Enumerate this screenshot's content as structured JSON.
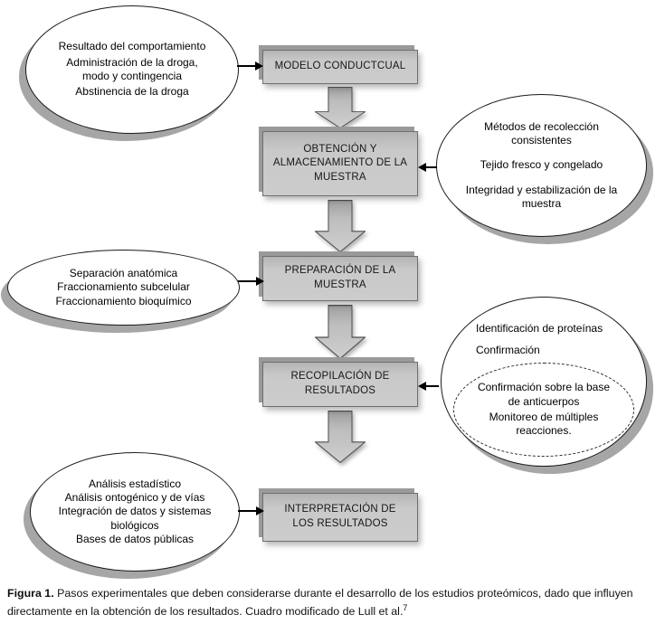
{
  "flowchart": {
    "steps": [
      {
        "label": "MODELO CONDUCTCUAL"
      },
      {
        "label": "OBTENCIÓN Y ALMACENAMIENTO DE LA MUESTRA"
      },
      {
        "label": "PREPARACIÓN DE LA MUESTRA"
      },
      {
        "label": "RECOPILACIÓN DE RESULTADOS"
      },
      {
        "label": "INTERPRETACIÓN DE LOS RESULTADOS"
      }
    ],
    "annotations": {
      "behavioral_model": {
        "items": [
          "Resultado del comportamiento",
          "Administración de la droga, modo y contingencia",
          "Abstinencia de la droga"
        ]
      },
      "sample_collection": {
        "items": [
          "Métodos de recolección consistentes",
          "Tejido fresco y congelado",
          "Integridad y estabilización de la muestra"
        ]
      },
      "sample_preparation": {
        "items": [
          "Separación anatómica",
          "Fraccionamiento subcelular",
          "Fraccionamiento bioquímico"
        ]
      },
      "results_compilation": {
        "items": [
          "Identificación de proteínas",
          "Confirmación"
        ],
        "dashed_items": [
          "Confirmación sobre la base de anticuerpos",
          "Monitoreo de múltiples reacciones."
        ]
      },
      "data_interpretation": {
        "items": [
          "Análisis estadístico",
          "Análisis ontogénico y de vías",
          "Integración de datos y sistemas biológicos",
          "Bases de datos públicas"
        ]
      }
    }
  },
  "caption": {
    "label": "Figura 1.",
    "text": "Pasos experimentales que deben considerarse durante el desarrollo de los estudios proteómicos, dado que influyen directamente en la obtención de los resultados. Cuadro modificado de Lull et al.",
    "reference": "7"
  },
  "colors": {
    "box_fill": "#c9c9c9",
    "box_extrusion": "#9a9a9a",
    "chevron_fill": "#bdbdbd",
    "ellipse_shadow": "#a6a6a6",
    "outline": "#1a1a1a"
  }
}
